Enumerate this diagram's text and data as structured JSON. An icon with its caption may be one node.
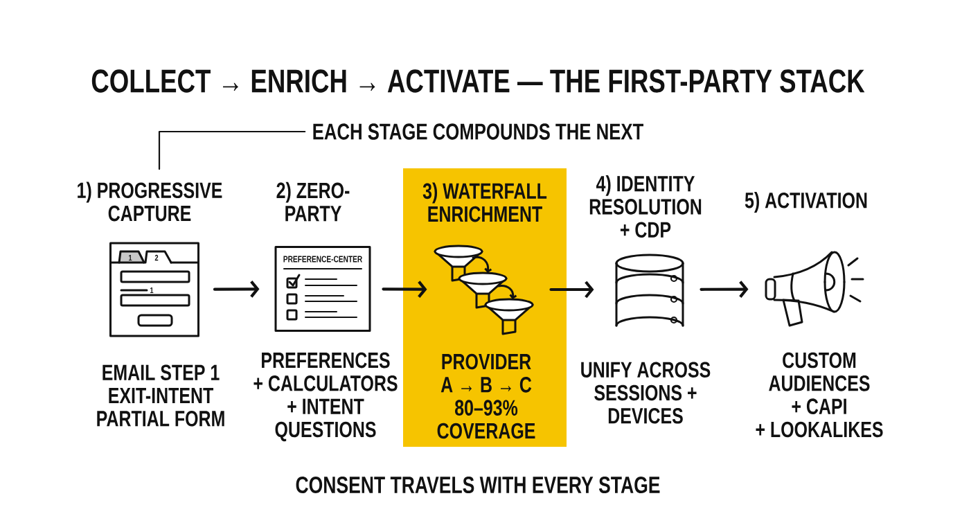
{
  "diagram": {
    "title": "COLLECT → ENRICH → ACTIVATE — THE FIRST-PARTY STACK",
    "caption": "CONSENT TRAVELS WITH EVERY STAGE",
    "nodes": [
      {
        "text": [
          "EACH STAGE COMPOUNDS THE NEXT"
        ]
      },
      {
        "text": [
          "1) PROGRESSIVE CAPTURE",
          "1",
          "2",
          "1"
        ],
        "beside": [
          "EMAIL STEP 1 EXIT-INTENT PARTIAL FORM"
        ]
      },
      {
        "text": [
          "2) ZERO-PARTY",
          "PREFERENCE-CENTER"
        ],
        "beside": [
          "PREFERENCES + CALCULATORS + INTENT QUESTIONS"
        ]
      },
      {
        "text": [
          "3) WATERFALL ENRICHMENT",
          "PROVIDER A → B → C 80–93% COVERAGE"
        ]
      },
      {
        "text": [],
        "shape": "picture",
        "in": 3
      },
      {
        "text": [
          "4) IDENTITY RESOLUTION + CDP"
        ],
        "beside": [
          "UNIFY ACROSS SESSIONS + DEVICES"
        ]
      },
      {
        "text": [
          "5) ACTIVATION"
        ],
        "beside": [
          "CUSTOM AUDIENCES + CAPI + LOOKALIKES"
        ]
      }
    ],
    "edges": [
      {
        "from": 0,
        "to": 1,
        "arrow": "none"
      },
      {
        "from": 1,
        "to": 2,
        "arrow": "to"
      },
      {
        "from": 2,
        "to": 4,
        "arrow": "to"
      },
      {
        "from": 4,
        "to": 5,
        "arrow": "to"
      },
      {
        "from": 5,
        "to": 6,
        "arrow": "to"
      }
    ]
  }
}
